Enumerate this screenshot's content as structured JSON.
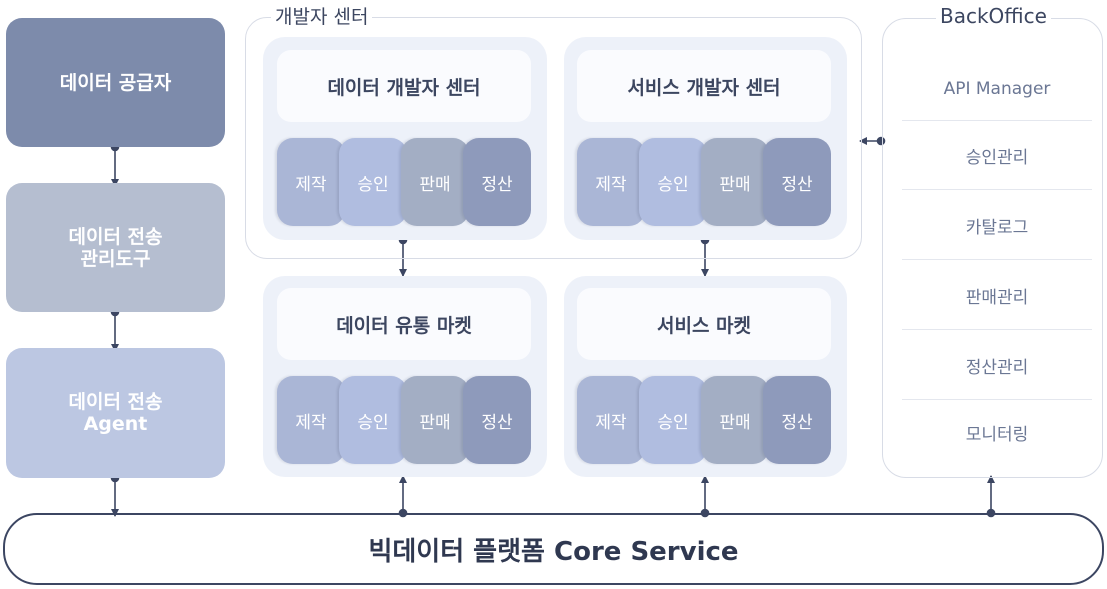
{
  "left": {
    "supplier": {
      "label": "데이터  공급자",
      "color": "#7d8bab"
    },
    "tool": {
      "line1": "데이터 전송",
      "line2": "관리도구",
      "color": "#b5bed0"
    },
    "agent": {
      "line1": "데이터 전송",
      "line2": "Agent",
      "color": "#bcc7e2"
    }
  },
  "dev_center": {
    "label": "개발자 센터",
    "panels": [
      {
        "title": "데이터 개발자 센터",
        "chips": [
          "제작",
          "승인",
          "판매",
          "정산"
        ]
      },
      {
        "title": "서비스 개발자 센터",
        "chips": [
          "제작",
          "승인",
          "판매",
          "정산"
        ]
      }
    ]
  },
  "markets": [
    {
      "title": "데이터 유통 마켓",
      "chips": [
        "제작",
        "승인",
        "판매",
        "정산"
      ]
    },
    {
      "title": "서비스 마켓",
      "chips": [
        "제작",
        "승인",
        "판매",
        "정산"
      ]
    }
  ],
  "chip_colors": [
    "#aab6d6",
    "#b0bde0",
    "#a3aec4",
    "#8e9abb"
  ],
  "backoffice": {
    "label": "BackOffice",
    "items": [
      "API Manager",
      "승인관리",
      "카탈로그",
      "판매관리",
      "정산관리",
      "모니터링"
    ]
  },
  "core": {
    "label": "빅데이터 플랫폼 Core Service"
  }
}
